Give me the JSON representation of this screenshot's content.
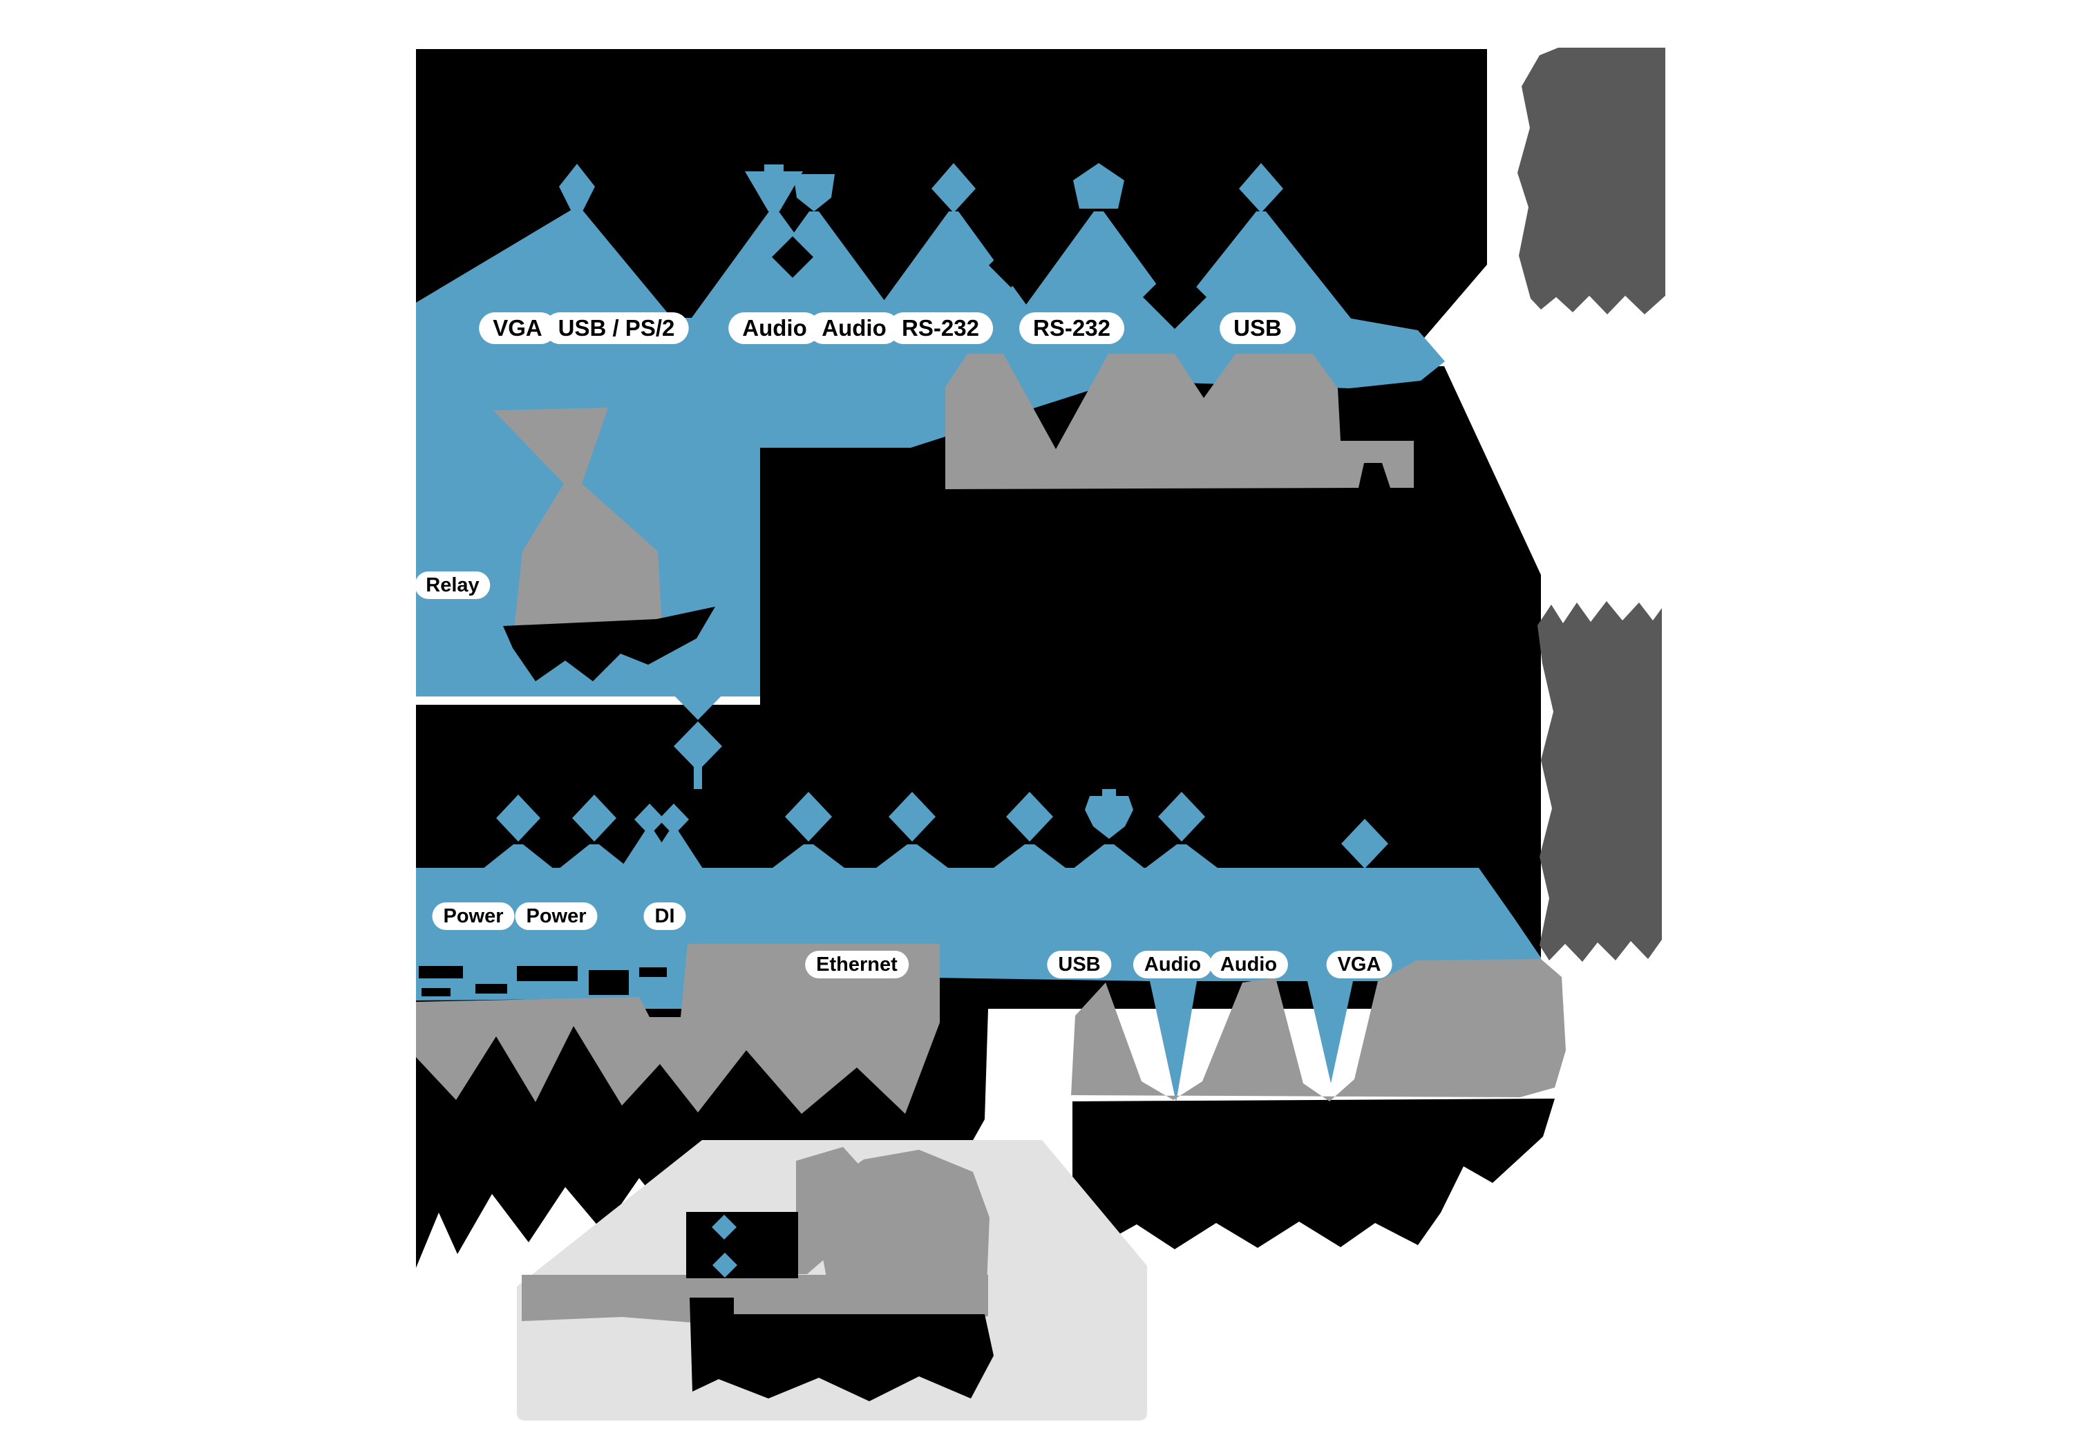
{
  "diagram": {
    "palette": {
      "arrow_blue": "#57A0C5",
      "photo_black": "#000000",
      "tower_dark_gray": "#595959",
      "funnel_gray": "#999999",
      "panel_light_gray": "#E2E2E2",
      "pill_bg": "#FFFFFF",
      "pill_text": "#000000"
    },
    "top_panel": {
      "ports": [
        "VGA",
        "USB / PS/2",
        "Audio",
        "Audio",
        "RS-232",
        "RS-232",
        "USB"
      ]
    },
    "relay": {
      "label": "Relay"
    },
    "bottom_panel": {
      "power_ports": [
        "Power",
        "Power",
        "DI"
      ],
      "io_ports": [
        "Ethernet",
        "USB",
        "Audio",
        "Audio",
        "VGA"
      ]
    }
  }
}
